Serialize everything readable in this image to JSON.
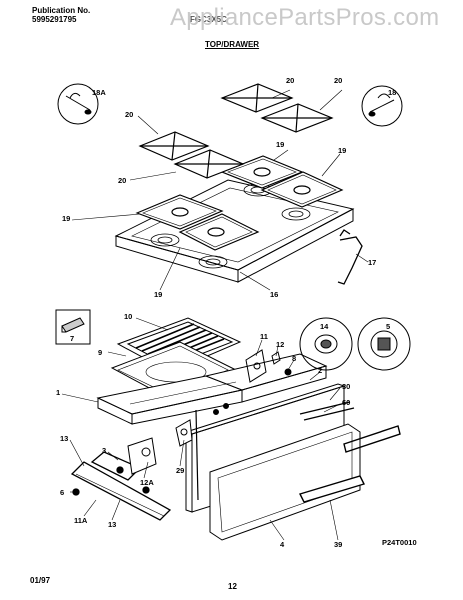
{
  "header": {
    "publication_label": "Publication No.",
    "publication_number": "5995291795",
    "model": "FGC3X5C",
    "section_title": "TOP/DRAWER",
    "watermark": "AppliancePartsPros.com"
  },
  "callouts": {
    "c20a": "20",
    "c20b": "20",
    "c18a": "18A",
    "c18": "18",
    "c20c": "20",
    "c19a": "19",
    "c19b": "19",
    "c20d": "20",
    "c19c": "19",
    "c19d": "19",
    "c16": "16",
    "c17": "17",
    "c7": "7",
    "c10": "10",
    "c9": "9",
    "c11": "11",
    "c12": "12",
    "c14": "14",
    "c5": "5",
    "c8": "8",
    "c2": "2",
    "c1": "1",
    "c30": "30",
    "c60": "60",
    "c13a": "13",
    "c3": "3",
    "c12a": "12A",
    "c29": "29",
    "c6": "6",
    "c11a": "11A",
    "c13b": "13",
    "c4": "4",
    "c39": "39",
    "diagram_code": "P24T0010"
  },
  "footer": {
    "date": "01/97",
    "page": "12"
  }
}
